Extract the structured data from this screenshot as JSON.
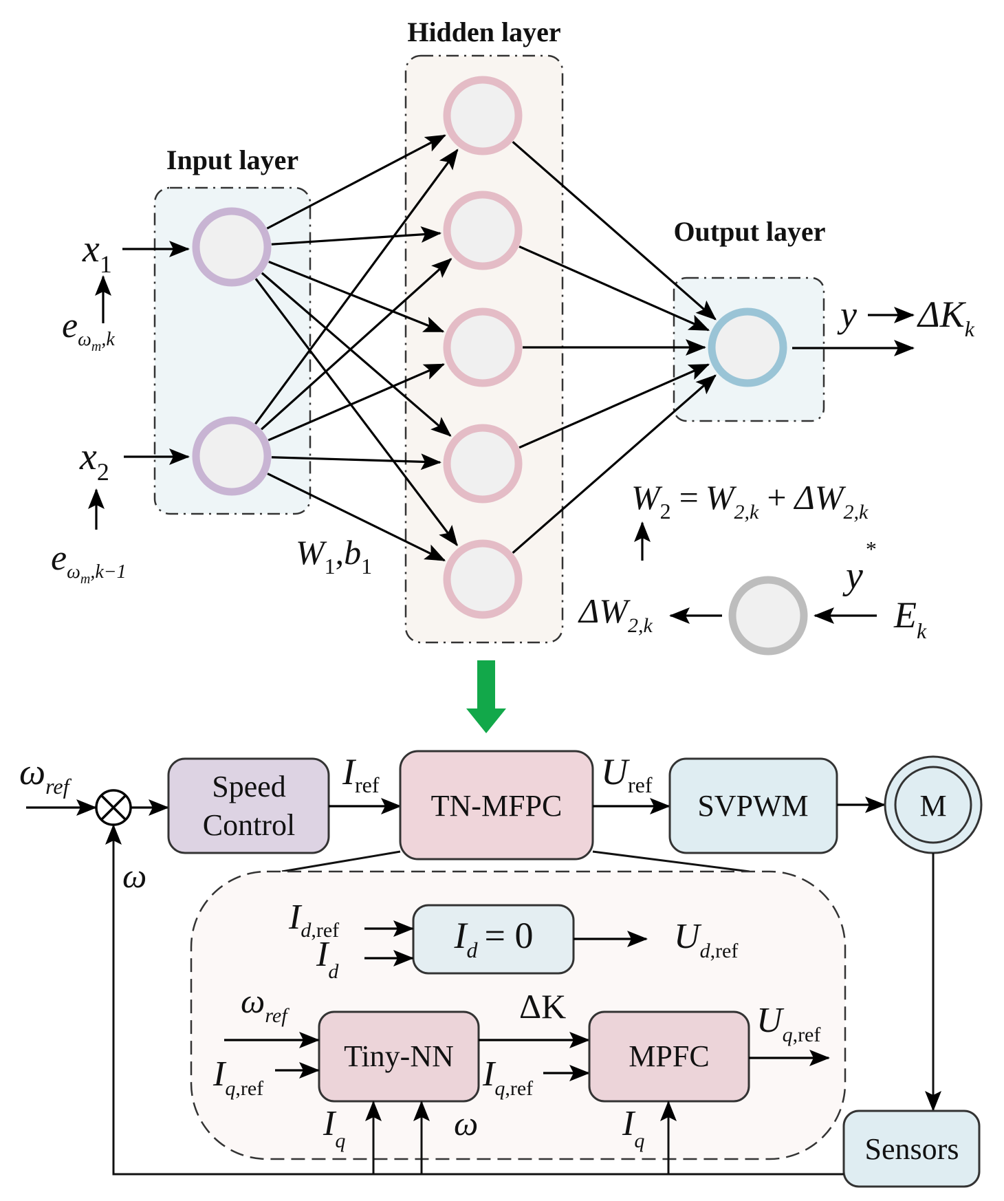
{
  "neural_network": {
    "input_layer": {
      "title": "Input layer",
      "node_count": 2
    },
    "hidden_layer": {
      "title": "Hidden layer",
      "node_count": 5
    },
    "output_layer": {
      "title": "Output layer",
      "node_count": 1
    },
    "inputs": [
      {
        "var": "x",
        "sub": "1",
        "source_main": "e",
        "source_sub": "ω",
        "source_subsub": "m",
        "source_tail": ",k"
      },
      {
        "var": "x",
        "sub": "2",
        "source_main": "e",
        "source_sub": "ω",
        "source_subsub": "m",
        "source_tail": ",k−1"
      }
    ],
    "weights_hidden": {
      "w": "W",
      "w_sub": "1",
      "sep": ",",
      "b": "b",
      "b_sub": "1"
    },
    "output": {
      "y": "y",
      "delta": "ΔK",
      "delta_sub": "k"
    },
    "update_rule": {
      "lhs": "W",
      "lhs_sub": "2",
      "eq": "=",
      "t1": "W",
      "t1_sub": "2,k",
      "plus": "+",
      "t2": "ΔW",
      "t2_sub": "2,k"
    },
    "error_node": {
      "out": "ΔW",
      "out_sub": "2,k",
      "target": "y",
      "target_sup": "*",
      "err": "E",
      "err_sub": "k"
    }
  },
  "colors": {
    "input_ring": "#c8b4d3",
    "hidden_ring": "#e4bcc6",
    "output_ring": "#9ac4d6",
    "error_ring": "#bdbdbd",
    "node_fill": "#f0f0f0",
    "input_bg": "#eef5f7",
    "hidden_bg": "#f9f5f1",
    "output_bg": "#eef5f7",
    "green_arrow": "#12a84a",
    "speed_fill": "#ddd3e3",
    "tn_fill": "#efd5da",
    "svpwm_fill": "#dfedf2",
    "inner_bg": "#fcf8f7",
    "id_fill": "#e4eef2",
    "tiny_fill": "#ecd4d9"
  },
  "control_loop": {
    "omega_ref": {
      "main": "ω",
      "sub": "ref"
    },
    "omega_fb": "ω",
    "speed_control": [
      "Speed",
      "Control"
    ],
    "i_ref": {
      "main": "I",
      "sub": "ref"
    },
    "tn_mfpc": "TN-MFPC",
    "u_ref": {
      "main": "U",
      "sub": "ref"
    },
    "svpwm": "SVPWM",
    "motor": "M",
    "sensors": "Sensors",
    "inner": {
      "id_ref": {
        "main": "I",
        "sub_it": "d",
        "sub_up": ",ref"
      },
      "id": {
        "main": "I",
        "sub_it": "d"
      },
      "id_block": {
        "main": "I",
        "sub": "d",
        "rest": "= 0"
      },
      "ud_ref": {
        "main": "U",
        "sub_it": "d",
        "sub_up": ",ref"
      },
      "omega_ref": {
        "main": "ω",
        "sub": "ref"
      },
      "iq_ref_a": {
        "main": "I",
        "sub_it": "q",
        "sub_up": ",ref"
      },
      "tiny_nn": "Tiny-NN",
      "delta_k": "ΔK",
      "iq_ref_b": {
        "main": "I",
        "sub_it": "q",
        "sub_up": ",ref"
      },
      "mpfc": "MPFC",
      "uq_ref": {
        "main": "U",
        "sub_it": "q",
        "sub_up": ",ref"
      },
      "iq_a": {
        "main": "I",
        "sub": "q"
      },
      "omega_in": "ω",
      "iq_b": {
        "main": "I",
        "sub": "q"
      }
    }
  }
}
